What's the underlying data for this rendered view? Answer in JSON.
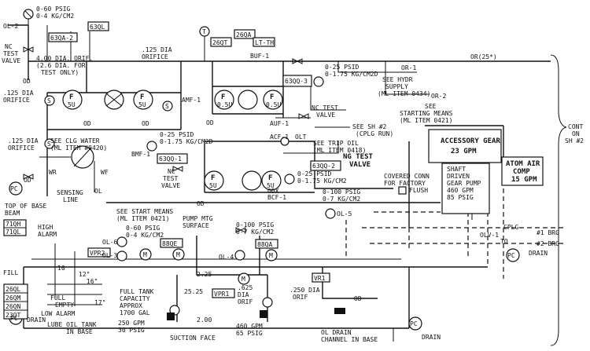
{
  "labels": {
    "psig_top_1": "0-60 PSIG",
    "psig_top_2": "0-4 KG/CM2",
    "ol2": "OL-2",
    "box_63qa2": "63QA-2",
    "box_63ql": "63QL",
    "nc_test_valve_left_1": "NC",
    "nc_test_valve_left_2": "TEST",
    "nc_test_valve_left_3": "VALVE",
    "orif_note_1": "4.00 DIA. ORIF.",
    "orif_note_2": "(2.6 DIA. FOR",
    "orif_note_3": "TEST ONLY)",
    "orif125_top_1": ".125 DIA",
    "orif125_top_2": "ORIFICE",
    "orif125_left_1": ".125 DIA",
    "orif125_left_2": "ORIFICE",
    "box_26qt": "26QT",
    "box_26qa": "26QA",
    "box_lt_th": "LT-TH",
    "buf1": "BUF-1",
    "psid_top_1": "0-25 PSID",
    "psid_top_2": "0-1.75 KG/CM2D",
    "box_63qq3": "63QQ-3",
    "or25": "OR(25*)",
    "or1": "OR-1",
    "hydr_1": "SEE HYDR",
    "hydr_2": "SUPPLY",
    "hydr_3": "(ML ITEM 0434)",
    "or2": "OR-2",
    "starting_1": "SEE",
    "starting_2": "STARTING MEANS",
    "starting_3": "(ML ITEM 0421)",
    "nc_test_right_1": "NC TEST",
    "nc_test_right_2": "VALVE",
    "auf1": "AUF-1",
    "see_sh2_1": "SEE SH #2",
    "see_sh2_2": "(CPLG RUN)",
    "cont_1": "CONT",
    "cont_2": "ON",
    "cont_3": "SH #2",
    "amf1": "AMF-1",
    "clg_water_1": "SEE CLG WATER",
    "clg_water_2": "(ML ITEM #0420)",
    "psid_mid_1": "0-25 PSID",
    "psid_mid_2": "0-1.75 KG/CM2D",
    "bmf1": "BMF-1",
    "box_63qq1": "63QQ-1",
    "nc_test_mid_1": "NC",
    "nc_test_mid_2": "TEST",
    "nc_test_mid_3": "VALVE",
    "acf1": "ACF-1",
    "olt": "OLT",
    "trip_oil_1": "SEE TRIP OIL",
    "trip_oil_2": "(ML ITEM 0418)",
    "box_63qq2": "63QQ-2",
    "ng_test_1": "NG TEST",
    "ng_test_2": "VALVE",
    "psid_low_1": "0-25 PSID",
    "psid_low_2": "0-1.75 KG/CM2",
    "bcf1": "BCF-1",
    "psig_ol5_1": "0-100 PSIG",
    "psig_ol5_2": "0-7 KG/CM2",
    "ol5": "OL-5",
    "accessory_gear_1": "ACCESSORY GEAR",
    "accessory_gear_2": "23 GPM",
    "atom_air_1": "ATOM AIR",
    "atom_air_2": "COMP",
    "atom_air_3": "15 GPM",
    "shaft_pump_1": "SHAFT",
    "shaft_pump_2": "DRIVEN",
    "shaft_pump_3": "GEAR PUMP",
    "shaft_pump_4": "460 GPM",
    "shaft_pump_5": "85 PSIG",
    "covered_conn_1": "COVERED CONN",
    "covered_conn_2": "FOR FACTORY",
    "covered_conn_3": "FLUSH",
    "wr": "WR",
    "wf": "WF",
    "ol": "OL",
    "sensing_1": "SENSING",
    "sensing_2": "LINE",
    "start_means_1": "SEE START MEANS",
    "start_means_2": "(ML ITEM 0421)",
    "pump_mtg_1": "PUMP MTG",
    "pump_mtg_2": "SURFACE",
    "psig_ol3_1": "0-60 PSIG",
    "psig_ol3_2": "0-4 KG/CM2",
    "ol6": "OL-6",
    "ol3": "OL-3",
    "box_88qe": "88QE",
    "psig_ol4_1": "0-100 PSIG",
    "psig_ol4_2": "0-7 KG/CM2",
    "ol4": "OL-4",
    "box_88qa": "88QA",
    "top_of_base_1": "TOP OF",
    "top_of_base_2": "BASE",
    "beam": "BEAM",
    "box_71qh": "71QH",
    "box_71ql": "71QL",
    "high_alarm_1": "HIGH",
    "high_alarm_2": "ALARM",
    "box_vpr2": "VPR2",
    "dim_10": "10",
    "dim_12": "12\"",
    "dim_16": "16\"",
    "dim_17": "17\"",
    "full": "FULL",
    "empty": "EMPTY",
    "low_alarm": "LOW ALARM",
    "full_tank_1": "FULL TANK",
    "full_tank_2": "CAPACITY",
    "full_tank_3": "APPROX",
    "full_tank_4": "1700 GAL",
    "dim_225": "2.25",
    "dim_2525": "25.25",
    "box_vpr1": "VPR1",
    "orif625_1": ".625",
    "orif625_2": "DIA",
    "orif625_3": "ORIF",
    "orif250_1": ".250 DIA",
    "orif250_2": "ORIF",
    "box_vr1": "VR1",
    "od_right": "OD",
    "olv1": "OLV-1",
    "to_ath": "TO",
    "drain_pc_right": "DRAIN",
    "cplg": "CPLG",
    "brg1": "#1 BRG",
    "brg2": "#2 BRG",
    "fill": "FILL",
    "box_26ql": "26QL",
    "box_26qm": "26QM",
    "box_26qn": "26QN",
    "box_23qt": "23QT",
    "drain_left": "DRAIN",
    "lube_tank_1": "LUBE OIL TANK",
    "lube_tank_2": "IN BASE",
    "gpm250_1": "250 GPM",
    "gpm250_2": "30 PSIG",
    "dim_200": "2.00",
    "suction_face": "SUCTION FACE",
    "gpm460_1": "460 GPM",
    "gpm460_2": "65 PSIG",
    "ol_drain_1": "OL DRAIN",
    "ol_drain_2": "CHANNEL IN BASE",
    "drain_bottom": "DRAIN",
    "filter": "F",
    "filter_5u": "5U",
    "filter_05u": "0.5U",
    "switch_s": "S",
    "temp_t": "T",
    "motor_m": "M",
    "pc": "PC",
    "od": "OD",
    "odx": "ODX"
  }
}
